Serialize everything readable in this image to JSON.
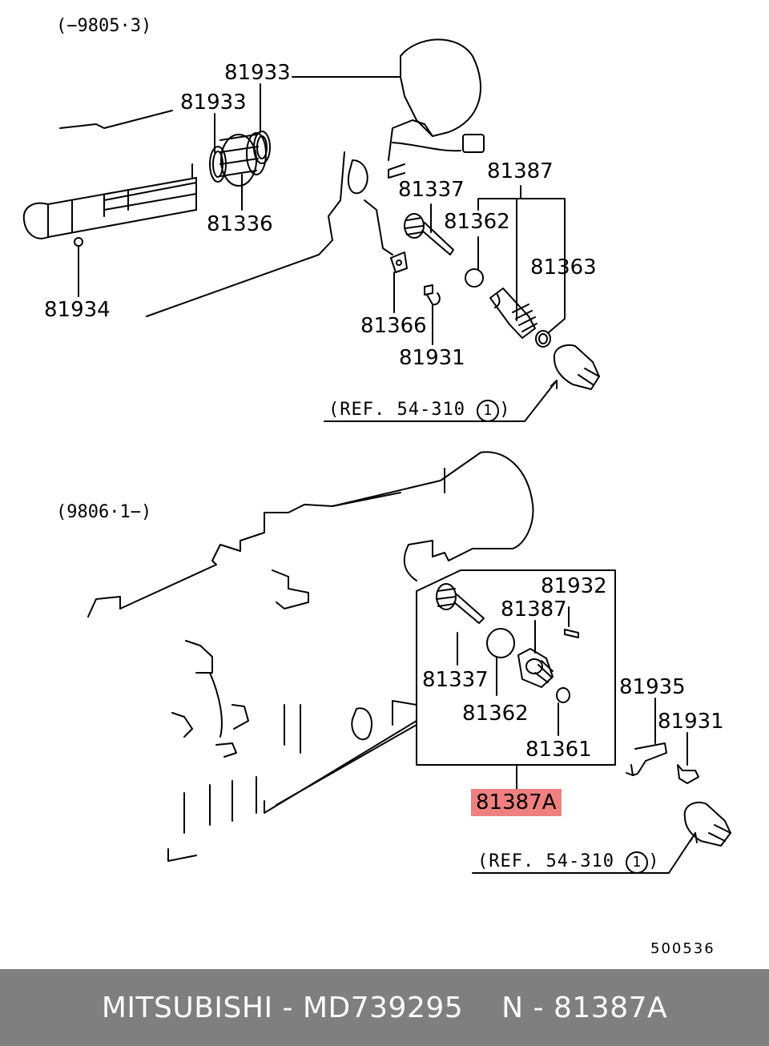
{
  "upper": {
    "range_note": "(−9805·3)",
    "labels": {
      "l81933a": "81933",
      "l81933b": "81933",
      "l81336": "81336",
      "l81934": "81934",
      "l81337": "81337",
      "l81387": "81387",
      "l81362": "81362",
      "l81363": "81363",
      "l81366": "81366",
      "l81931": "81931"
    },
    "ref_text": "(REF. 54-310",
    "ref_circle": "1",
    "ref_close": ")"
  },
  "lower": {
    "range_note": "(9806·1−)",
    "labels": {
      "l81932": "81932",
      "l81387": "81387",
      "l81337": "81337",
      "l81362": "81362",
      "l81361": "81361",
      "l81935": "81935",
      "l81931": "81931"
    },
    "assembly_label": "81387A",
    "ref_text": "(REF. 54-310",
    "ref_circle": "1",
    "ref_close": ")"
  },
  "drawing_code": "500536",
  "footer": {
    "brand_part": "MITSUBISHI - MD739295",
    "ref": "N - 81387A"
  },
  "colors": {
    "highlight": "#f08080",
    "footer_bg": "#7f7f7f",
    "line": "#000000"
  }
}
